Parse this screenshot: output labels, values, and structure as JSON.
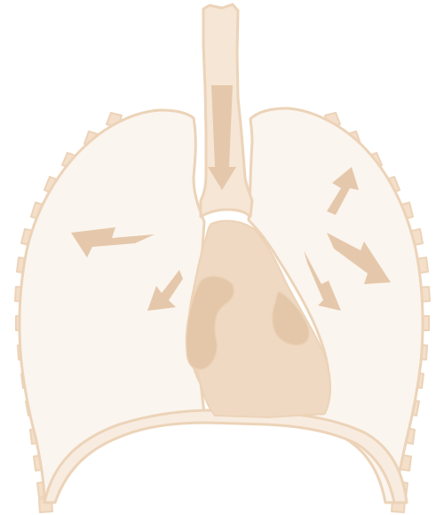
{
  "diagram": {
    "subject": "lungs-inhalation",
    "colors": {
      "background": "#ffffff",
      "lung_fill": "#fbf5ef",
      "outline": "#ecd3b8",
      "rib_fill": "#f4dfca",
      "trachea_fill": "#f6e6d5",
      "heart_fill": "#efd9c2",
      "heart_shadow": "#e4c7a9",
      "arrow_fill": "#e5c8ab",
      "diaphragm_fill": "#f8ece0"
    },
    "airflow": {
      "direction": "inward",
      "arrow_count": 6
    }
  }
}
